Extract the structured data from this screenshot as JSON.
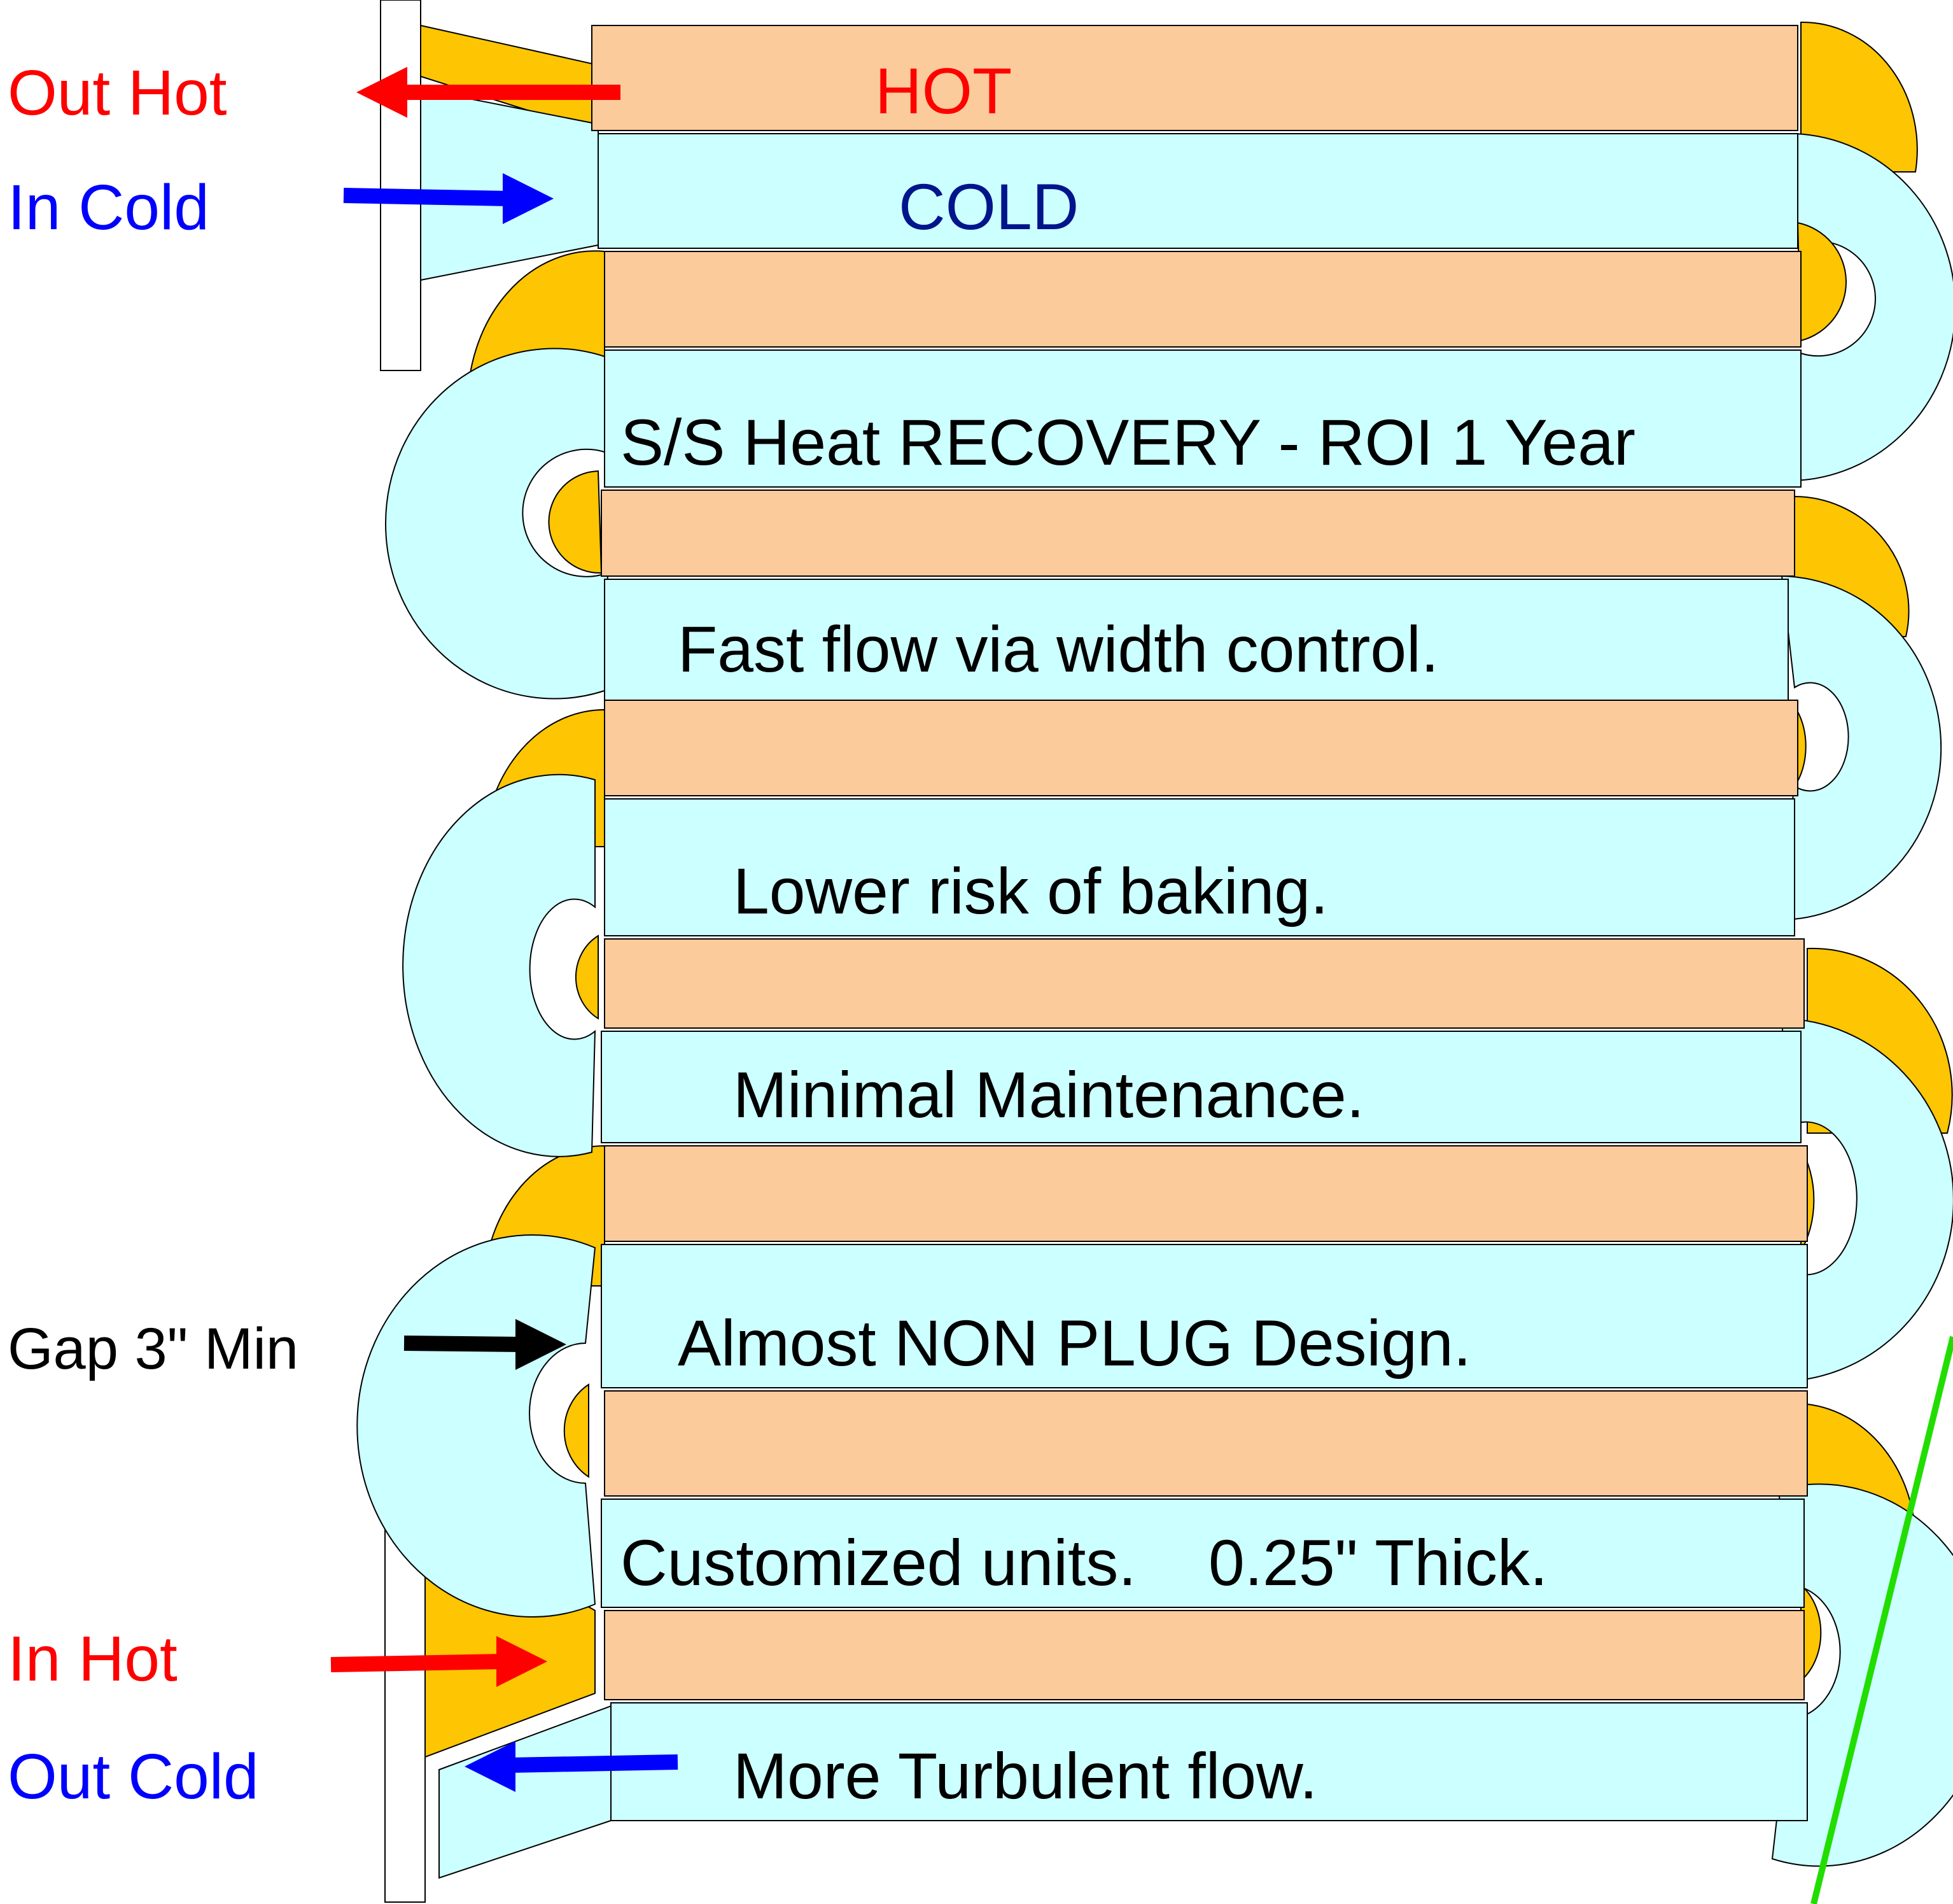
{
  "labels": {
    "out_hot": "Out Hot",
    "in_cold": "In Cold",
    "gap": "Gap 3\" Min",
    "in_hot": "In Hot",
    "out_cold": "Out Cold"
  },
  "channels": {
    "hot": "HOT",
    "cold": "COLD",
    "line1": "S/S Heat RECOVERY - ROI 1 Year",
    "line2": "Fast flow via width control.",
    "line3": "Lower risk of baking.",
    "line4": "Minimal Maintenance.",
    "line5": "Almost NON PLUG Design.",
    "line6": "Customized units.    0.25\" Thick.",
    "line7": "More Turbulent flow."
  },
  "colors": {
    "hot_channel": "#fccb9b",
    "cold_channel": "#ccffff",
    "bend_hot": "#fdc502",
    "hot_arrow": "#ff0000",
    "cold_arrow": "#0000ff",
    "gap_arrow": "#000000",
    "hot_text": "#ff0000",
    "cold_text": "#0000ff",
    "cold_header_text": "#00148c",
    "diagonal_line": "#22dd00"
  }
}
